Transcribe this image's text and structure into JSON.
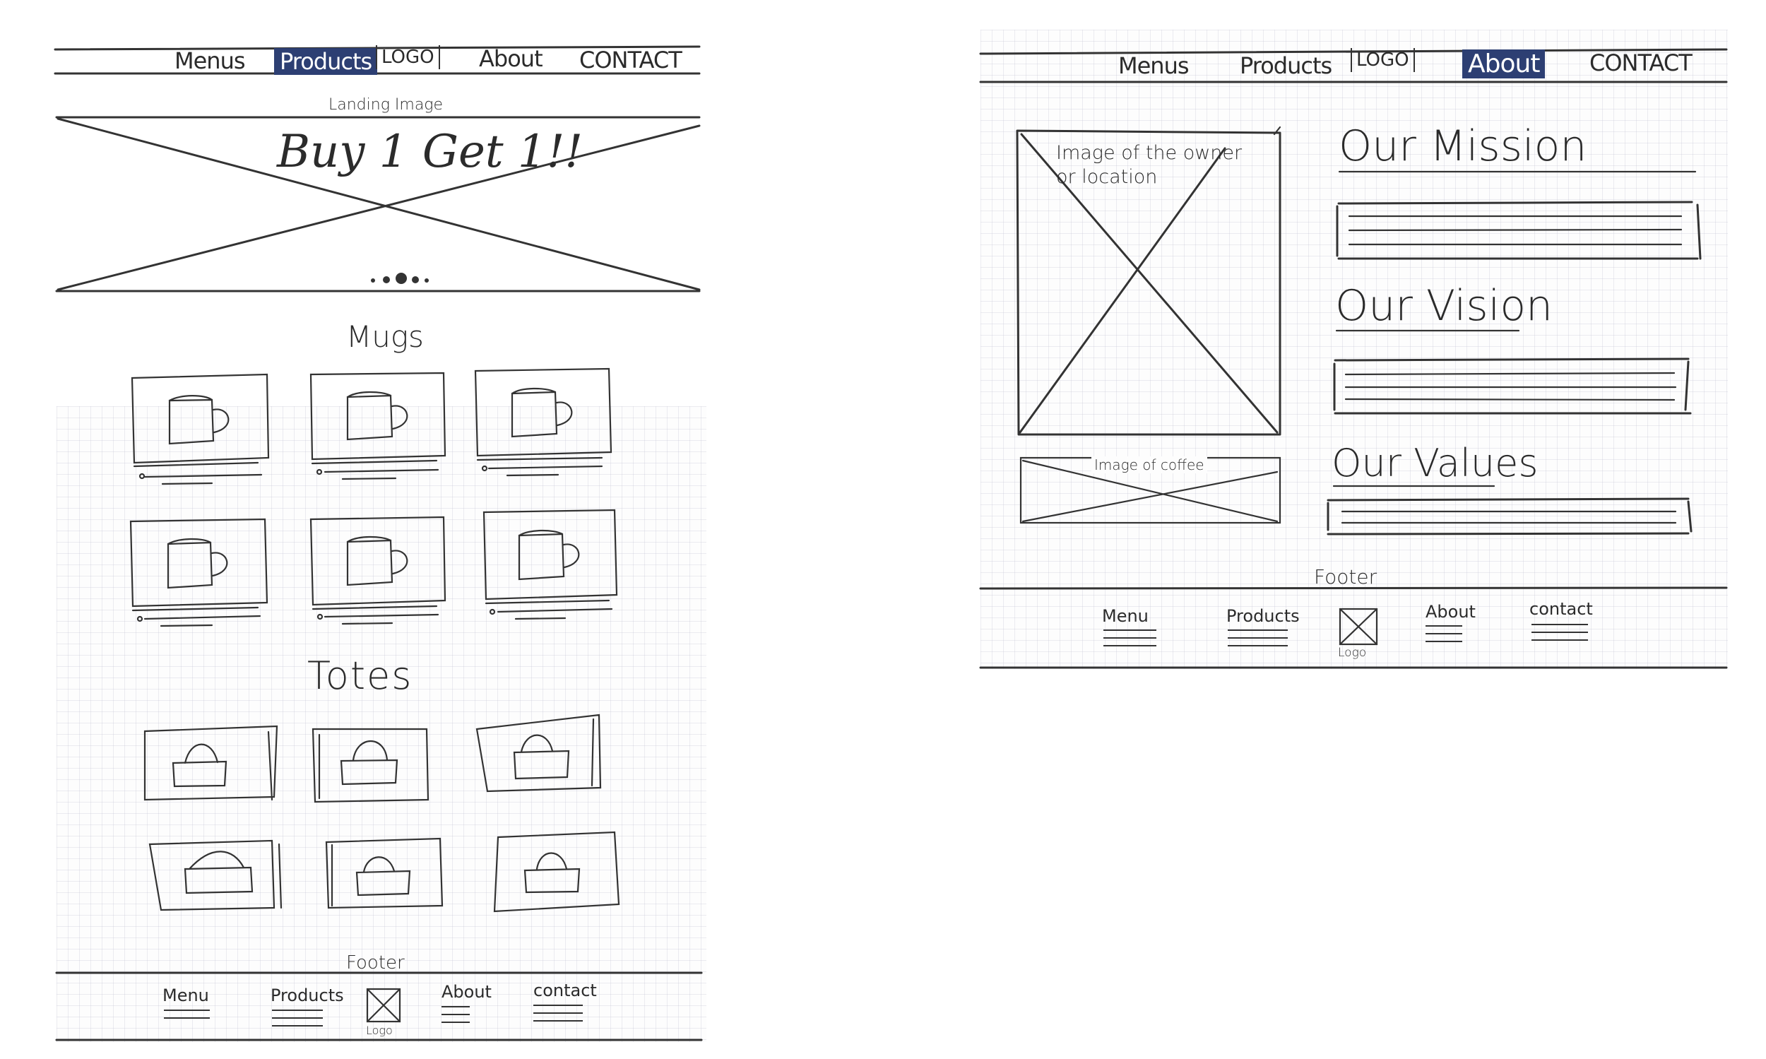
{
  "left": {
    "nav": [
      "Menus",
      "Products",
      "LOGO",
      "About",
      "CONTACT"
    ],
    "active_nav": "Products",
    "landing_label": "Landing Image",
    "banner_text": "Buy 1 Get 1!!",
    "section_mugs": "Mugs",
    "section_totes": "Totes",
    "footer_label": "Footer",
    "footer_items": [
      "Menu",
      "Products",
      "About",
      "contact"
    ],
    "footer_logo": "Logo"
  },
  "right": {
    "nav": [
      "Menus",
      "Products",
      "LOGO",
      "About",
      "CONTACT"
    ],
    "active_nav": "About",
    "owner_image_label": "Image of the owner or location",
    "coffee_image_label": "Image of coffee",
    "mission_heading": "Our Mission",
    "vision_heading": "Our Vision",
    "values_heading": "Our Values",
    "footer_label": "Footer",
    "footer_items": [
      "Menu",
      "Products",
      "About",
      "contact"
    ],
    "footer_logo": "Logo"
  },
  "colors": {
    "accent": "#2d3f73",
    "ink": "#333333"
  }
}
